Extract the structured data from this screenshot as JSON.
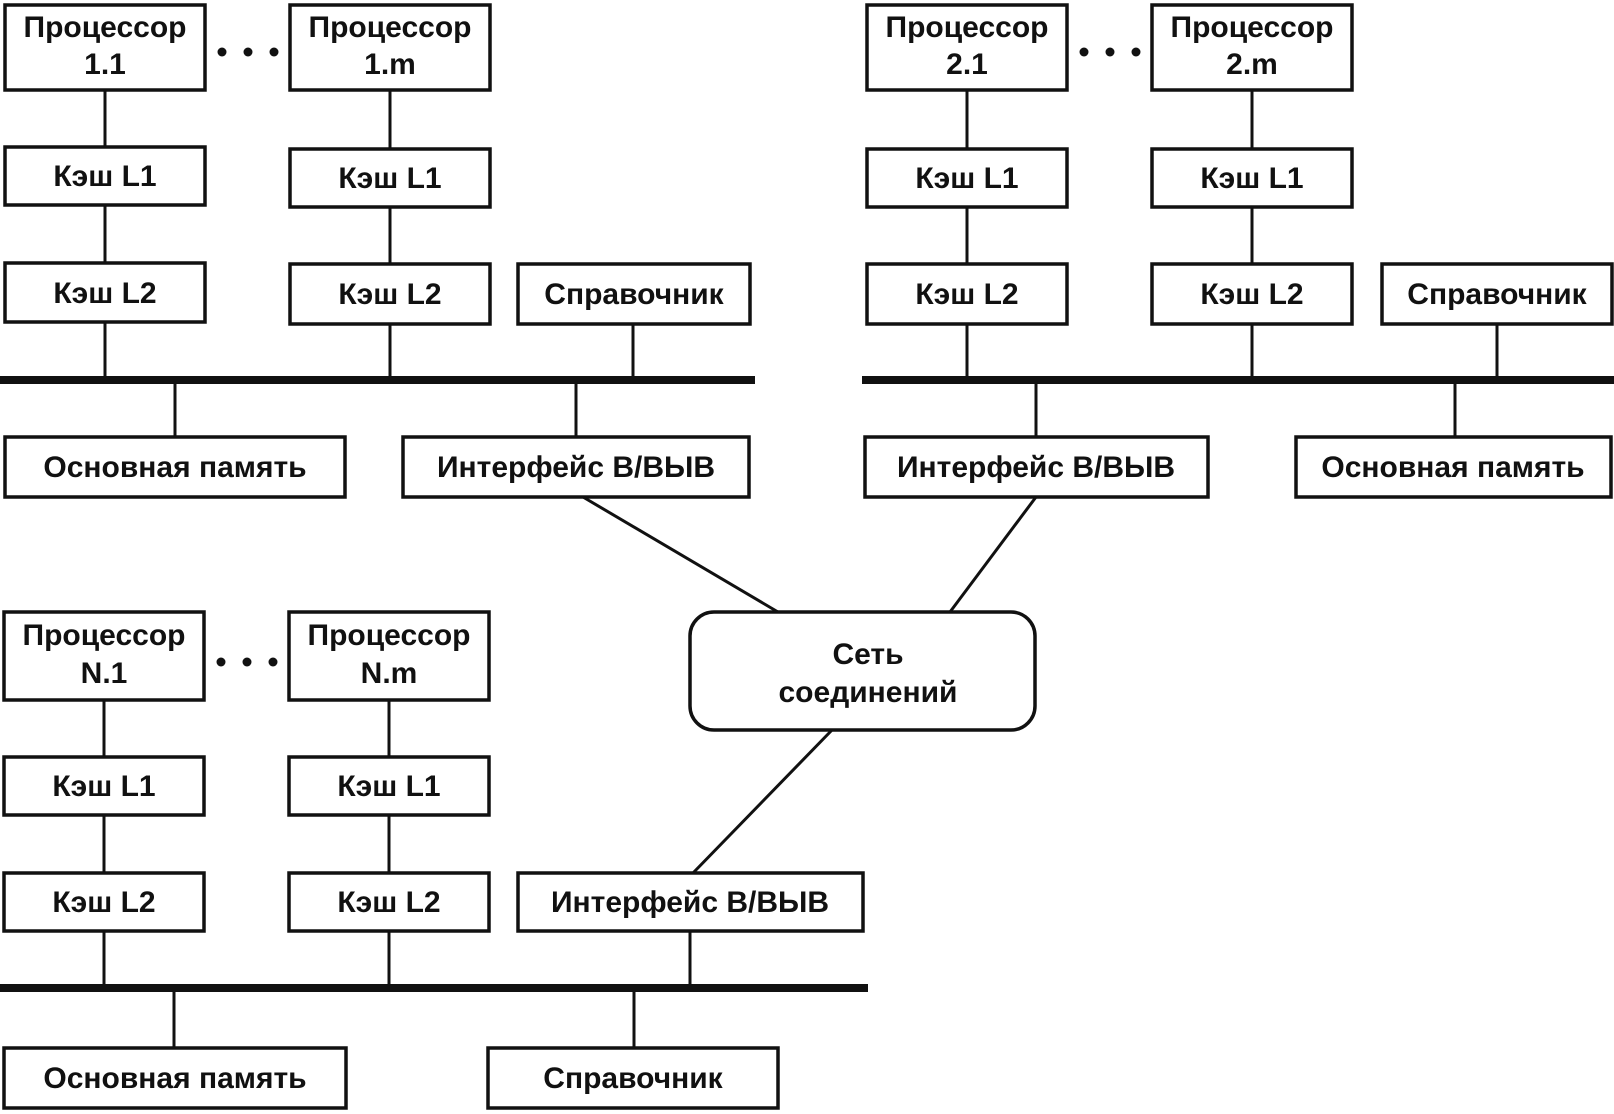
{
  "nodes_1": {
    "proc_1_1": [
      "Процессор",
      "1.1"
    ],
    "proc_1_m": [
      "Процессор",
      "1.m"
    ],
    "cache_l1_a": "Кэш L1",
    "cache_l1_b": "Кэш L1",
    "cache_l2_a": "Кэш L2",
    "cache_l2_b": "Кэш L2",
    "directory": "Справочник",
    "main_memory": "Основная память",
    "io_interface": "Интерфейс В/ВЫВ"
  },
  "nodes_2": {
    "proc_2_1": [
      "Процессор",
      "2.1"
    ],
    "proc_2_m": [
      "Процессор",
      "2.m"
    ],
    "cache_l1_a": "Кэш L1",
    "cache_l1_b": "Кэш L1",
    "cache_l2_a": "Кэш L2",
    "cache_l2_b": "Кэш L2",
    "directory": "Справочник",
    "io_interface": "Интерфейс В/ВЫВ",
    "main_memory": "Основная память"
  },
  "nodes_n": {
    "proc_n_1": [
      "Процессор",
      "N.1"
    ],
    "proc_n_m": [
      "Процессор",
      "N.m"
    ],
    "cache_l1_a": "Кэш L1",
    "cache_l1_b": "Кэш L1",
    "cache_l2_a": "Кэш L2",
    "cache_l2_b": "Кэш L2",
    "io_interface": "Интерфейс В/ВЫВ",
    "main_memory": "Основная память",
    "directory": "Справочник"
  },
  "network": [
    "Сеть",
    "соединений"
  ]
}
